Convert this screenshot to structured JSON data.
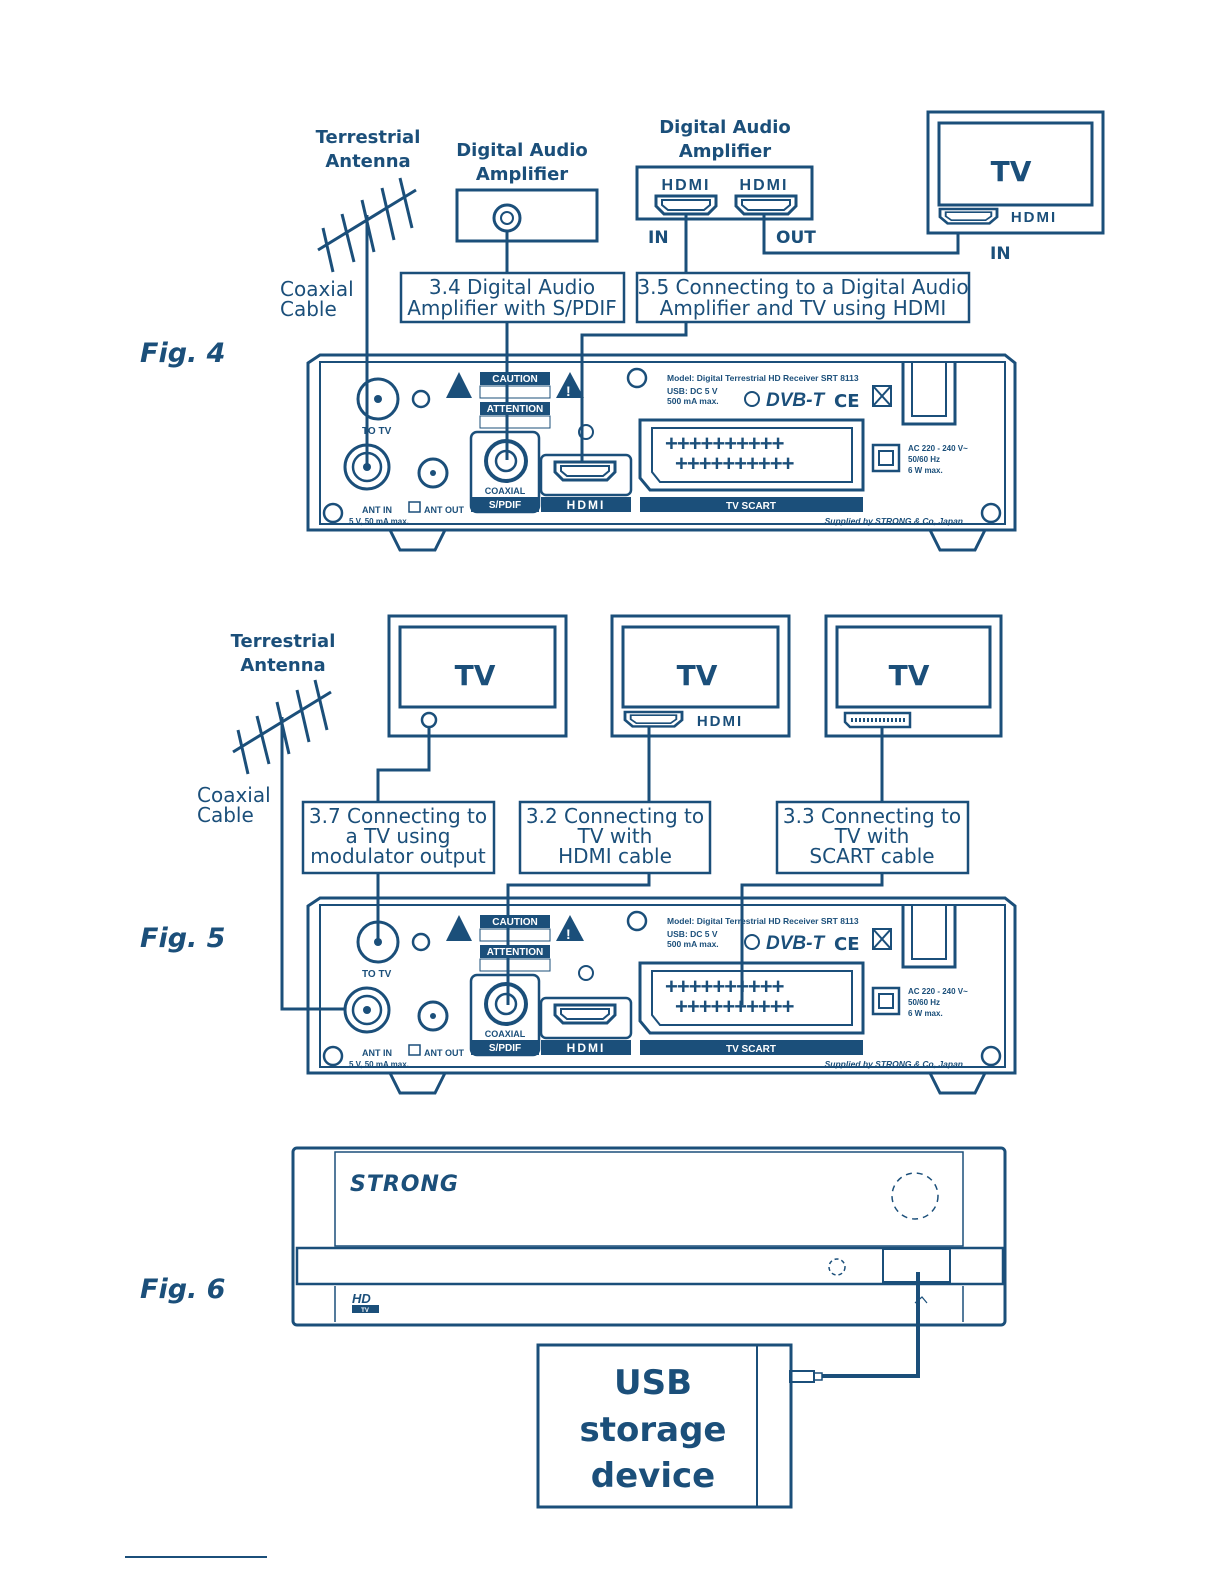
{
  "colors": {
    "ink": "#1b4f7a",
    "paper": "#ffffff"
  },
  "figures": {
    "fig4": {
      "label": "Fig. 4",
      "antenna_label_1": "Terrestrial",
      "antenna_label_2": "Antenna",
      "cable_label_1": "Coaxial",
      "cable_label_2": "Cable",
      "amp1_label_1": "Digital Audio",
      "amp1_label_2": "Amplifier",
      "amp2_label_1": "Digital Audio",
      "amp2_label_2": "Amplifier",
      "amp2_port_in": "IN",
      "amp2_port_out": "OUT",
      "tv_label": "TV",
      "tv_port_in": "IN",
      "box1_line1": "3.4 Digital Audio",
      "box1_line2": "Amplifier with S/PDIF",
      "box2_line1": "3.5 Connecting to a Digital Audio",
      "box2_line2": "Amplifier and TV using HDMI"
    },
    "fig5": {
      "label": "Fig. 5",
      "antenna_label_1": "Terrestrial",
      "antenna_label_2": "Antenna",
      "cable_label_1": "Coaxial",
      "cable_label_2": "Cable",
      "tv1_label": "TV",
      "tv2_label": "TV",
      "tv3_label": "TV",
      "box1_line1": "3.7 Connecting to",
      "box1_line2": "a TV using",
      "box1_line3": "modulator output",
      "box2_line1": "3.2 Connecting to",
      "box2_line2": "TV with",
      "box2_line3": "HDMI cable",
      "box3_line1": "3.3 Connecting to",
      "box3_line2": "TV with",
      "box3_line3": "SCART cable"
    },
    "fig6": {
      "label": "Fig. 6",
      "brand": "STRONG",
      "hd_badge": "HD",
      "hd_badge_sub": "TV",
      "usb_line1": "USB",
      "usb_line2": "storage",
      "usb_line3": "device"
    }
  },
  "receiver_panel": {
    "model": "Model: Digital Terrestrial HD Receiver SRT 8113",
    "usb_spec_1": "USB: DC 5 V",
    "usb_spec_2": "500 mA max.",
    "power_1": "AC 220 - 240 V~",
    "power_2": "50/60 Hz",
    "power_3": "6 W max.",
    "caution": "CAUTION",
    "attention": "ATTENTION",
    "to_tv": "TO TV",
    "ant_in": "ANT IN",
    "ant_out": "ANT OUT",
    "ant_power": "5 V, 50 mA max.",
    "coaxial": "COAXIAL",
    "spdif": "S/PDIF",
    "hdmi": "HDMI",
    "tv_scart": "TV SCART",
    "dvb": "DVB-T",
    "ce": "CE",
    "supplied": "Supplied by STRONG & Co, Japan"
  },
  "hdmi_logo": "HDMI"
}
